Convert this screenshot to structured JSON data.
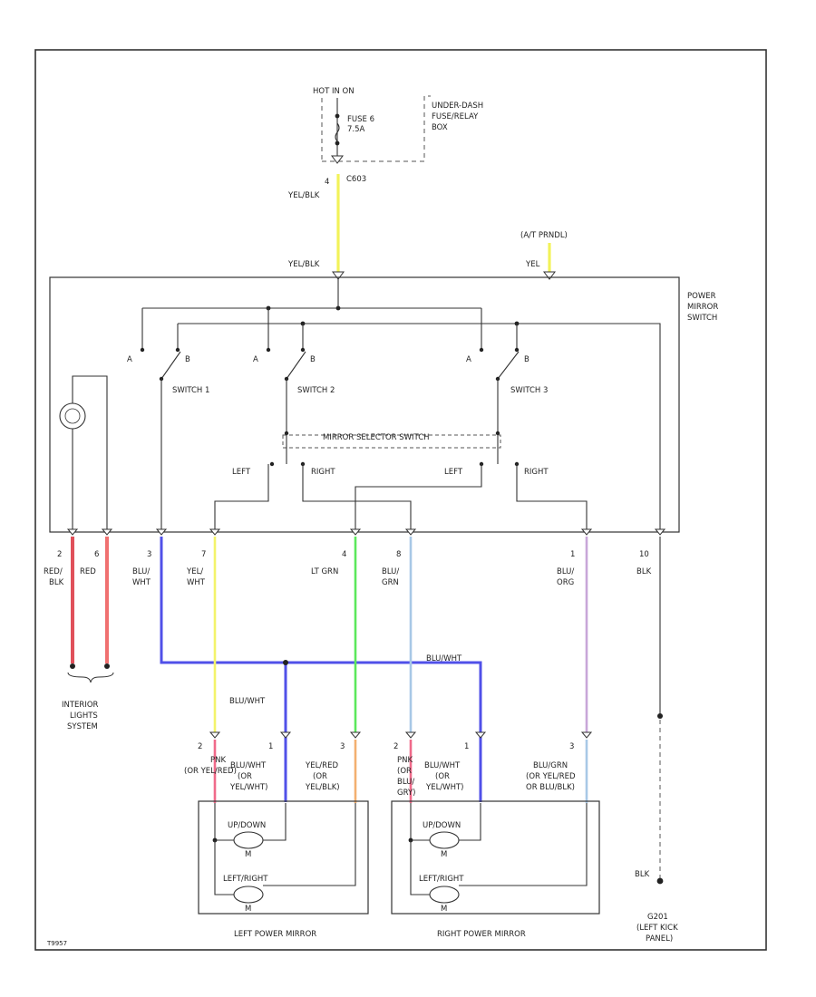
{
  "power_source": {
    "supply": "HOT IN ON",
    "fuse": "FUSE 6",
    "fuse_rating": "7.5A",
    "fuse_box_line1": "UNDER-DASH",
    "fuse_box_line2": "FUSE/RELAY",
    "fuse_box_line3": "BOX",
    "connector": "C603",
    "pin": "4",
    "wire_color": "YEL/BLK",
    "wire_color_at_switch": "YEL/BLK"
  },
  "antenna_input": {
    "label": "(A/T PRNDL)",
    "wire_color": "YEL"
  },
  "power_mirror_switch": {
    "title_line1": "POWER",
    "title_line2": "MIRROR",
    "title_line3": "SWITCH",
    "switches": [
      {
        "label": "SWITCH 1",
        "pos_a": "A",
        "pos_b": "B"
      },
      {
        "label": "SWITCH 2",
        "pos_a": "A",
        "pos_b": "B"
      },
      {
        "label": "SWITCH 3",
        "pos_a": "A",
        "pos_b": "B"
      }
    ],
    "selector_label": "MIRROR SELECTOR SWITCH",
    "left_label_1": "LEFT",
    "right_label_1": "RIGHT",
    "left_label_2": "LEFT",
    "right_label_2": "RIGHT"
  },
  "switch_pins": [
    {
      "pin": "2",
      "color_line1": "RED/",
      "color_line2": "BLK"
    },
    {
      "pin": "6",
      "color_line1": "RED",
      "color_line2": ""
    },
    {
      "pin": "3",
      "color_line1": "BLU/",
      "color_line2": "WHT"
    },
    {
      "pin": "7",
      "color_line1": "YEL/",
      "color_line2": "WHT"
    },
    {
      "pin": "4",
      "color_line1": "LT GRN",
      "color_line2": ""
    },
    {
      "pin": "8",
      "color_line1": "BLU/",
      "color_line2": "GRN"
    },
    {
      "pin": "1",
      "color_line1": "BLU/",
      "color_line2": "ORG"
    },
    {
      "pin": "10",
      "color_line1": "BLK",
      "color_line2": ""
    }
  ],
  "interior_lights": {
    "line1": "INTERIOR",
    "line2": "LIGHTS",
    "line3": "SYSTEM"
  },
  "splice_labels": {
    "blu_wht_right": "BLU/WHT",
    "blu_wht_left": "BLU/WHT"
  },
  "left_mirror": {
    "title": "LEFT POWER MIRROR",
    "motor_updown": "UP/DOWN",
    "motor_leftright": "LEFT/RIGHT",
    "motor_symbol": "M",
    "pins": [
      {
        "pin": "2",
        "line1": "PNK",
        "line2": "(OR YEL/RED)",
        "line3": ""
      },
      {
        "pin": "1",
        "line1": "BLU/WHT",
        "line2": "(OR",
        "line3": "YEL/WHT)"
      },
      {
        "pin": "3",
        "line1": "YEL/RED",
        "line2": "(OR",
        "line3": "YEL/BLK)"
      }
    ]
  },
  "right_mirror": {
    "title": "RIGHT POWER MIRROR",
    "motor_updown": "UP/DOWN",
    "motor_leftright": "LEFT/RIGHT",
    "motor_symbol": "M",
    "pins": [
      {
        "pin": "2",
        "line1": "PNK",
        "line2": "(OR",
        "line3": "BLU/",
        "line4": "GRY)"
      },
      {
        "pin": "1",
        "line1": "BLU/WHT",
        "line2": "(OR",
        "line3": "YEL/WHT)"
      },
      {
        "pin": "3",
        "line1": "BLU/GRN",
        "line2": "(OR YEL/RED",
        "line3": "OR BLU/BLK)"
      }
    ]
  },
  "ground": {
    "wire_color": "BLK",
    "line1": "G201",
    "line2": "(LEFT KICK",
    "line3": "PANEL)"
  },
  "figure_code": "T9957",
  "wire_colors": {
    "yellow": "#f2f25a",
    "red": "#e0505a",
    "salmon": "#f07070",
    "blue": "#5050e8",
    "light_yellow": "#f3f36a",
    "green": "#5ce85c",
    "light_blue": "#a8c8e6",
    "lilac": "#c8a6d8",
    "pink": "#f06a8a",
    "orange": "#f3b070",
    "black": "#333333"
  }
}
